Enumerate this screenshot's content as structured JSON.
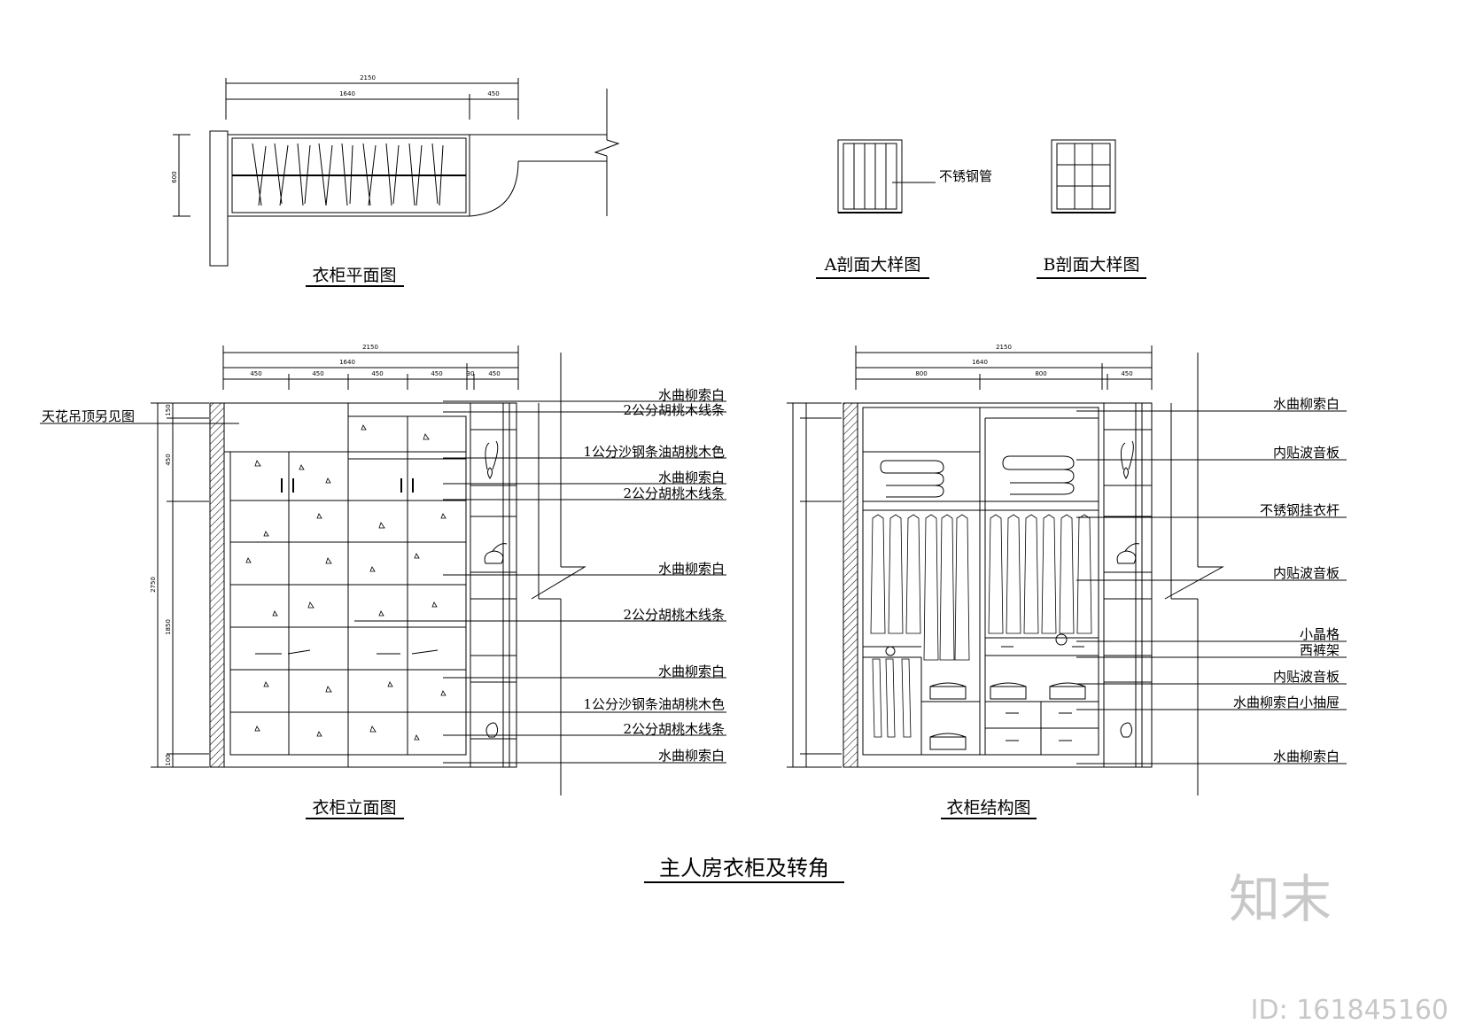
{
  "sheet_title": "主人房衣柜及转角",
  "views": {
    "plan": {
      "title": "衣柜平面图",
      "dims": {
        "total": "2150",
        "main": "1640",
        "side": "450",
        "depth": "600"
      }
    },
    "section_a": {
      "title": "A剖面大样图",
      "callout": "不锈钢管"
    },
    "section_b": {
      "title": "B剖面大样图"
    },
    "elevation": {
      "title": "衣柜立面图",
      "left_note": "天花吊顶另见图",
      "dims": {
        "total": "2150",
        "main": "1640",
        "door": "450",
        "side_a": "30",
        "side_b": "450"
      },
      "vdims": {
        "total": "2750",
        "upper": "450",
        "lower": "1850",
        "base": "100",
        "top": "150"
      },
      "callouts": [
        "水曲柳索白",
        "2公分胡桃木线条",
        "1公分沙钢条油胡桃木色",
        "水曲柳索白",
        "2公分胡桃木线条",
        "水曲柳索白",
        "2公分胡桃木线条",
        "水曲柳索白",
        "1公分沙钢条油胡桃木色",
        "2公分胡桃木线条",
        "水曲柳索白"
      ]
    },
    "structure": {
      "title": "衣柜结构图",
      "dims": {
        "total": "2150",
        "main": "1640",
        "half": "800",
        "side": "450"
      },
      "callouts": [
        "水曲柳索白",
        "内贴波音板",
        "不锈钢挂衣杆",
        "内贴波音板",
        "小晶格",
        "西裤架",
        "内贴波音板",
        "水曲柳索白小抽屉",
        "水曲柳索白"
      ]
    }
  },
  "watermark": {
    "logo": "知末",
    "id": "ID: 161845160"
  }
}
